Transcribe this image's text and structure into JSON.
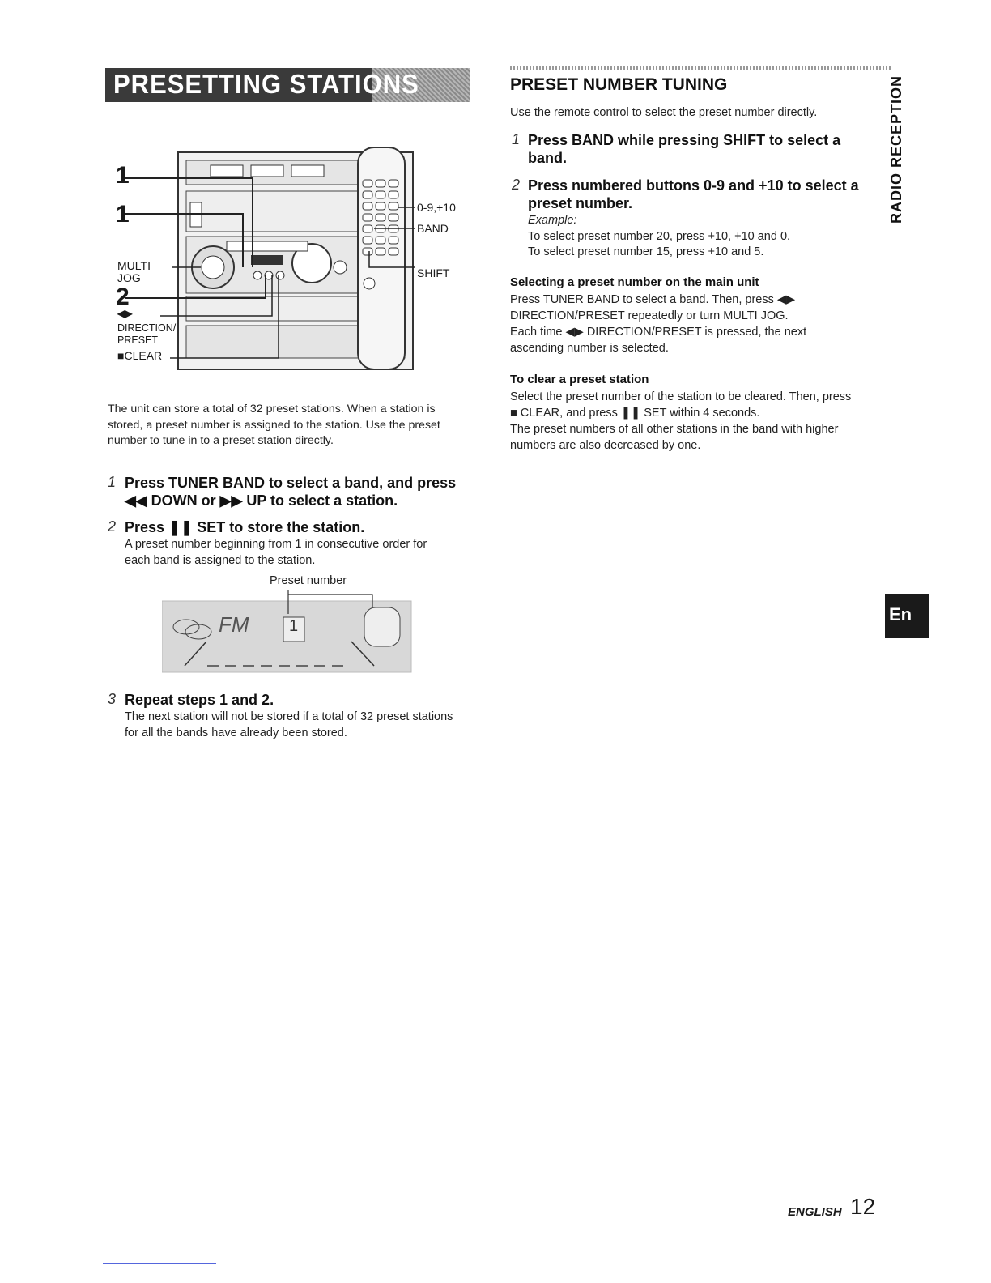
{
  "left": {
    "title": "PRESETTING STATIONS",
    "figure": {
      "callout_1a": "1",
      "callout_1b": "1",
      "callout_multi": "MULTI",
      "callout_jog": "JOG",
      "callout_2": "2",
      "callout_arrows": "◀▶",
      "callout_direction": "DIRECTION/",
      "callout_preset": "PRESET",
      "callout_clear": "■CLEAR",
      "remote_label_buttons": "0-9,+10",
      "remote_label_band": "BAND",
      "remote_label_shift": "SHIFT"
    },
    "intro": "The unit can store a total of 32 preset stations. When a station is stored, a preset number is assigned to the station. Use the preset number to tune in to a preset station directly.",
    "steps": [
      {
        "num": "1",
        "line1": "Press TUNER BAND to select a band, and press",
        "line2": "◀◀ DOWN or ▶▶ UP to select a station."
      },
      {
        "num": "2",
        "line1": "Press ❚❚ SET to store the station.",
        "desc1": "A preset number beginning from 1 in consecutive order for",
        "desc2": "each band is assigned to the station."
      },
      {
        "num": "3",
        "line1": "Repeat steps 1 and 2.",
        "desc1": "The next station will not be stored if a total of 32 preset stations",
        "desc2": "for all the bands have already been stored."
      }
    ],
    "display": {
      "caption": "Preset number",
      "band": "FM",
      "preset": "1"
    }
  },
  "right": {
    "title": "PRESET NUMBER TUNING",
    "intro": "Use the remote control to select the preset number directly.",
    "step1": {
      "num": "1",
      "line1": "Press BAND while pressing SHIFT to select a",
      "line2": "band."
    },
    "step2": {
      "num": "2",
      "line1": "Press numbered buttons 0-9 and +10 to select a",
      "line2": "preset number."
    },
    "example_label": "Example:",
    "example_lines": [
      "To select preset number 20, press +10, +10 and 0.",
      "To select preset number 15, press +10 and 5."
    ],
    "sub1": {
      "title": "Selecting a preset number on the main unit",
      "lines": [
        "Press TUNER BAND to select a band. Then, press ◀▶",
        "DIRECTION/PRESET repeatedly or turn MULTI JOG.",
        "Each time ◀▶ DIRECTION/PRESET is pressed, the next",
        "ascending number is selected."
      ]
    },
    "sub2": {
      "title": "To clear a preset station",
      "lines": [
        "Select the preset number of the station to be cleared. Then, press",
        "■ CLEAR, and press ❚❚ SET within 4 seconds.",
        "The preset numbers of all other stations in the band with higher",
        "numbers are also decreased by one."
      ]
    }
  },
  "side_tab": "RADIO RECEPTION",
  "lang_tab": "En",
  "footer": {
    "lang": "ENGLISH",
    "page": "12"
  }
}
